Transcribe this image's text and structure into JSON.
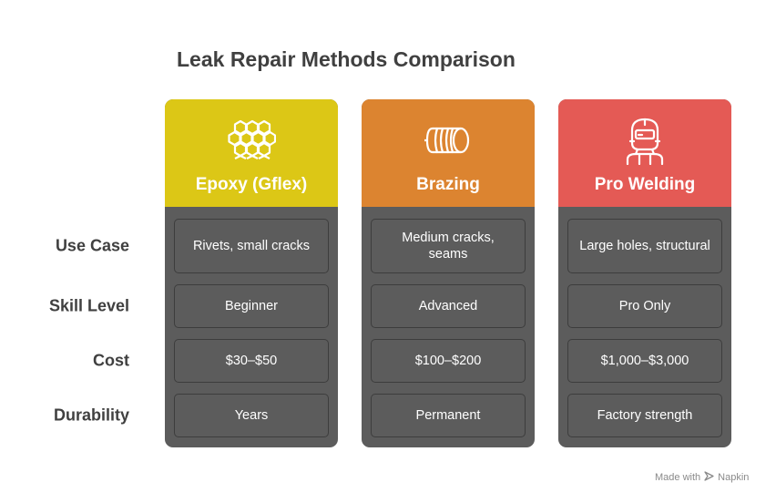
{
  "title": "Leak Repair Methods Comparison",
  "row_labels": [
    "Use Case",
    "Skill Level",
    "Cost",
    "Durability"
  ],
  "columns": [
    {
      "title": "Epoxy (Gflex)",
      "color": "#dcc716",
      "icon": "honeycomb-icon",
      "cells": [
        "Rivets, small cracks",
        "Beginner",
        "$30–$50",
        "Years"
      ]
    },
    {
      "title": "Brazing",
      "color": "#dc8430",
      "icon": "pipe-clamp-icon",
      "cells": [
        "Medium cracks, seams",
        "Advanced",
        "$100–$200",
        "Permanent"
      ]
    },
    {
      "title": "Pro Welding",
      "color": "#e45a55",
      "icon": "welder-icon",
      "cells": [
        "Large holes, structural",
        "Pro Only",
        "$1,000–$3,000",
        "Factory strength"
      ]
    }
  ],
  "footer": {
    "made_with": "Made with",
    "brand": "Napkin"
  }
}
